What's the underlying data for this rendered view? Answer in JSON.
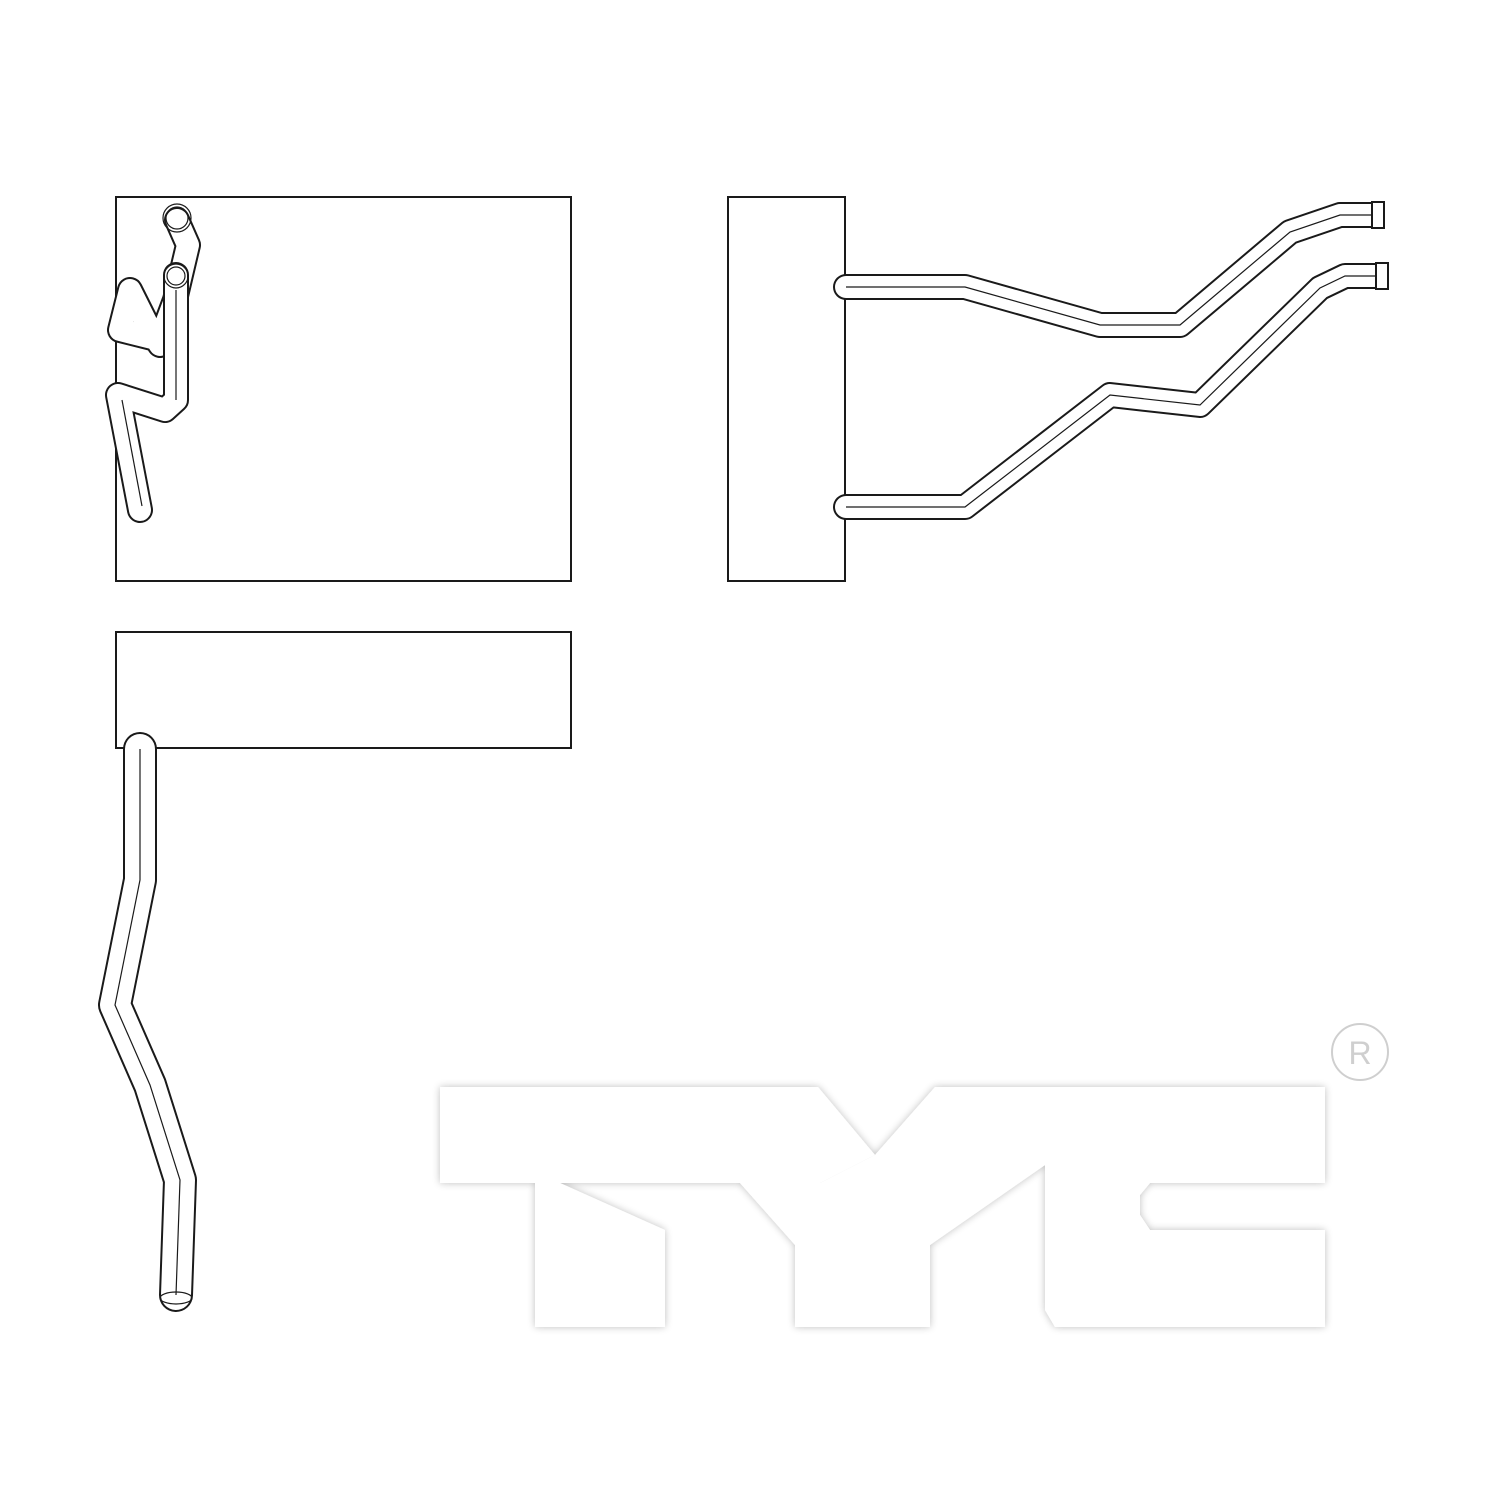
{
  "drawing": {
    "views": [
      "front-view",
      "side-view",
      "top-view"
    ],
    "line_color": "#1a1a1a",
    "background": "#ffffff"
  },
  "logo": {
    "text": "TYC",
    "registered_mark": "R",
    "color": "#ffffff",
    "shadow_color": "#d9d9d9"
  }
}
